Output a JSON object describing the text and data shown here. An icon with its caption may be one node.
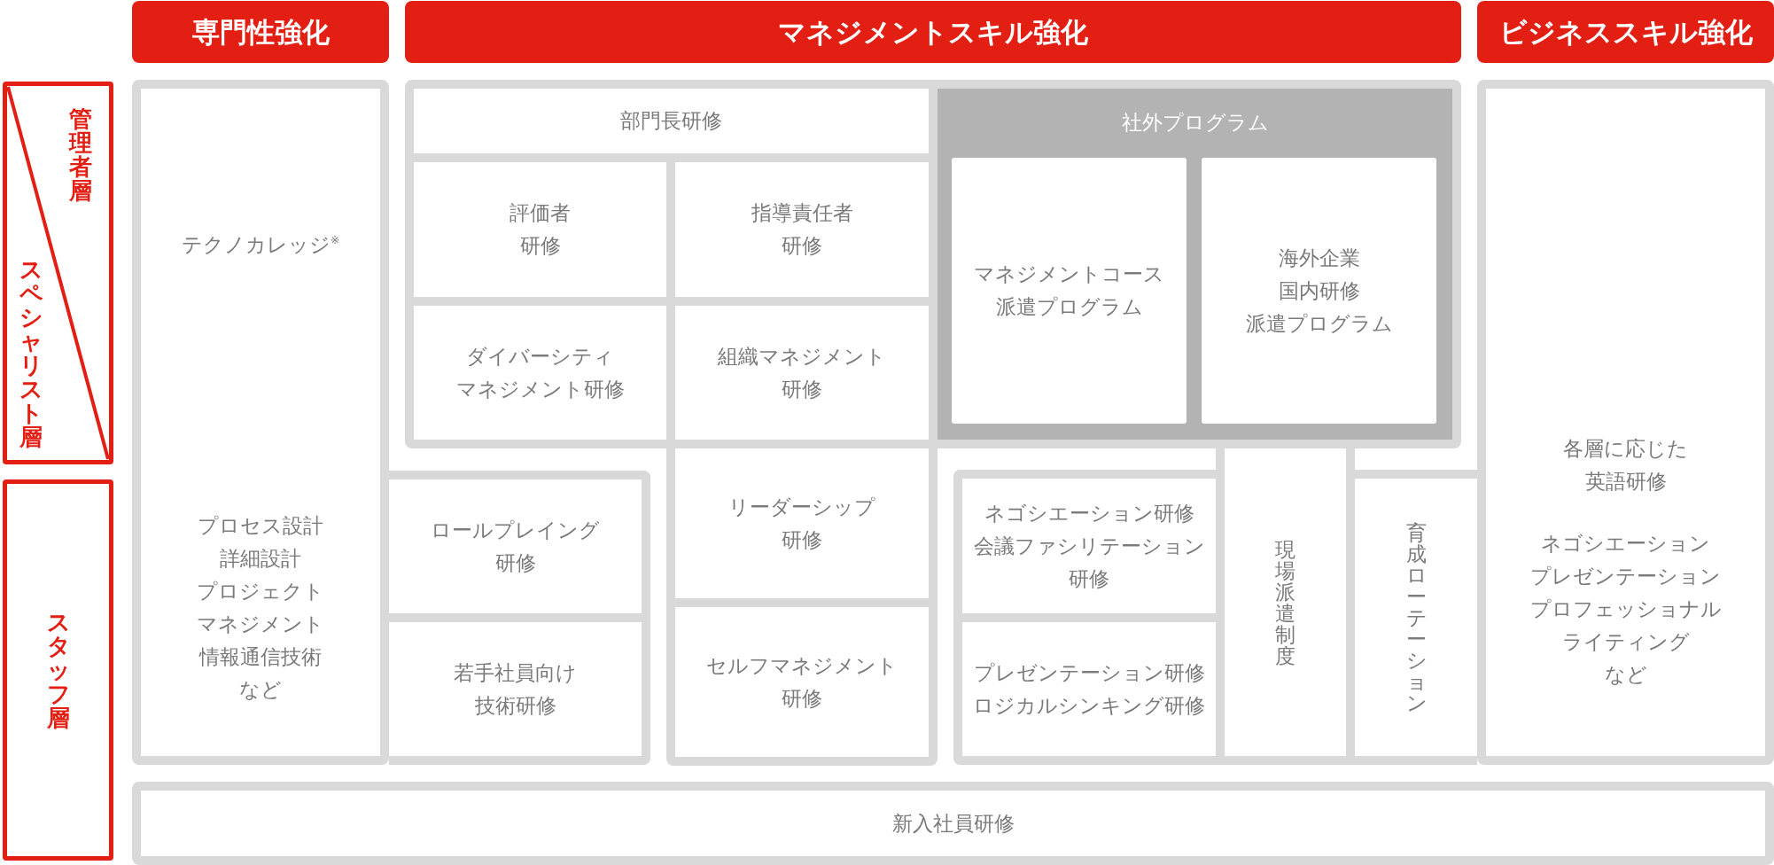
{
  "diagram": {
    "nodes": [
      {
        "text": [
          "専門性強化"
        ]
      },
      {
        "text": [
          "マネジメントスキル強化"
        ]
      },
      {
        "text": [
          "ビジネススキル強化"
        ]
      },
      {
        "text": [
          "管理者層",
          "スペシャリスト層"
        ]
      },
      {
        "text": [
          "スタッフ層"
        ]
      },
      {
        "text": [
          "テクノカレッジ$^{※}$",
          "プロセス設計",
          "詳細設計",
          "プロジェクトマネジメント",
          "情報通信技術",
          "など"
        ]
      },
      {
        "text": [
          "部門長研修"
        ]
      },
      {
        "text": [
          "評価者研修"
        ]
      },
      {
        "text": [
          "指導責任者研修"
        ]
      },
      {
        "text": [
          "ダイバーシティマネジメント研修"
        ]
      },
      {
        "text": [
          "組織マネジメント研修"
        ]
      },
      {
        "text": [
          "社外プログラム"
        ]
      },
      {
        "text": [
          "マネジメントコース派遣プログラム"
        ],
        "in": 11
      },
      {
        "text": [
          "海外企業国内研修派遣プログラム"
        ],
        "in": 11
      },
      {
        "text": [
          "ロールプレイング研修"
        ]
      },
      {
        "text": [
          "若手社員向け技術研修"
        ]
      },
      {
        "text": [
          "リーダーシップ研修"
        ]
      },
      {
        "text": [
          "セルフマネジメント研修"
        ]
      },
      {
        "text": [
          "ネゴシエーション研修",
          "会議ファシリテーション研修"
        ]
      },
      {
        "text": [
          "プレゼンテーション研修",
          "ロジカルシンキング研修"
        ]
      },
      {
        "text": [
          "現場派遣制度"
        ]
      },
      {
        "text": [
          "育成ローテーション"
        ]
      },
      {
        "text": [
          "各層に応じた英語研修",
          "ネゴシエーション",
          "プレゼンテーション",
          "プロフェッショナルライティング",
          "など"
        ]
      },
      {
        "text": [
          "新入社員研修"
        ]
      }
    ]
  }
}
